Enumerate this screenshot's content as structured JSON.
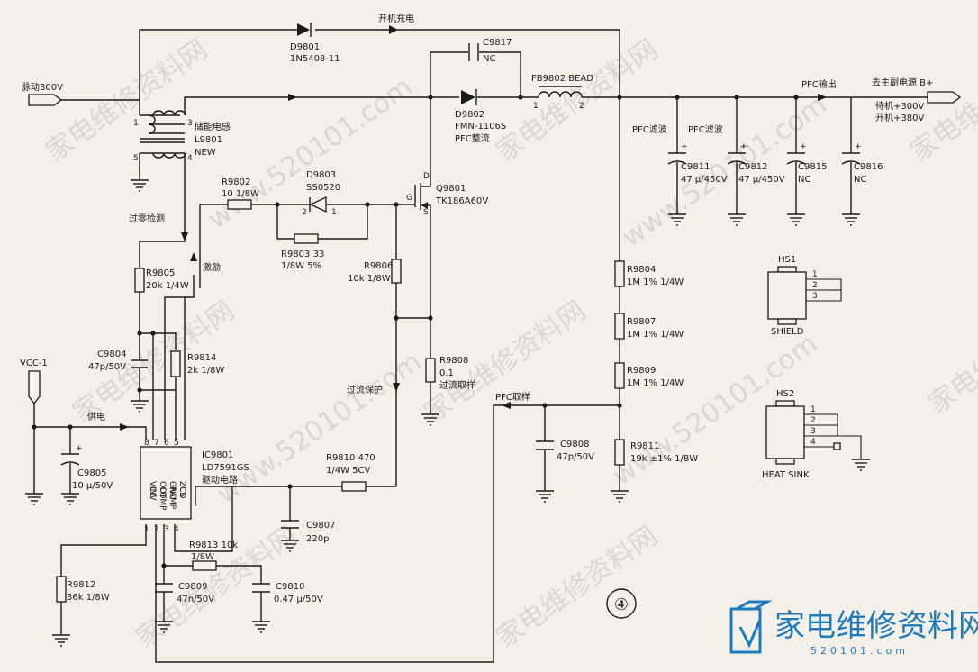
{
  "net_labels": {
    "pulse_in": "脉动300V",
    "power_on_charge": "开机充电",
    "zero_cross": "过零检测",
    "excite": "激励",
    "supply": "供电",
    "overcurrent_protect": "过流保护",
    "pfc_sample": "PFC取样",
    "pfc_output": "PFC输出",
    "to_main_power": "去主副电源 B+",
    "standby_voltage": "待机+300V",
    "on_voltage": "开机+380V",
    "vcc_rail": "VCC-1",
    "circle_number": "④"
  },
  "components": {
    "d9801": {
      "ref": "D9801",
      "value": "1N5408-11"
    },
    "c9817": {
      "ref": "C9817",
      "value": "NC"
    },
    "fb9802": {
      "ref": "FB9802 BEAD",
      "pin1": "1",
      "pin2": "2"
    },
    "l9801": {
      "desc": "储能电感",
      "ref": "L9801",
      "value": "NEW",
      "pin1": "1",
      "pin3": "3",
      "pin4": "4",
      "pin5": "5"
    },
    "d9802": {
      "ref": "D9802",
      "value": "FMN-1106S",
      "desc": "PFC整流"
    },
    "d9803": {
      "ref": "D9803",
      "value": "SS0520",
      "pin1": "1",
      "pin2": "2"
    },
    "r9802": {
      "ref": "R9802",
      "value": "10 1/8W"
    },
    "r9803": {
      "ref": "R9803 33",
      "value": "1/8W 5%"
    },
    "q9801": {
      "ref": "Q9801",
      "value": "TK186A60V",
      "pin_d": "D",
      "pin_g": "G",
      "pin_s": "S"
    },
    "r9805": {
      "ref": "R9805",
      "value": "20k 1/4W"
    },
    "r9806": {
      "ref": "R9806",
      "value": "10k 1/8W"
    },
    "r9808": {
      "ref": "R9808",
      "value": "0.1",
      "desc": "过流取样"
    },
    "c9804": {
      "ref": "C9804",
      "value": "47p/50V"
    },
    "r9814": {
      "ref": "R9814",
      "value": "2k 1/8W"
    },
    "c9805": {
      "ref": "C9805",
      "value": "10 μ/50V"
    },
    "ic9801": {
      "ref": "IC9801",
      "value": "LD7591GS",
      "desc": "驱动电路",
      "pins_top": [
        "VCC",
        "OUT",
        "GND",
        "ZCD"
      ],
      "pins_top_num": [
        "8",
        "7",
        "6",
        "5"
      ],
      "pins_bottom": [
        "INV",
        "COMP",
        "RAMP",
        "CS"
      ],
      "pins_bottom_num": [
        "1",
        "2",
        "3",
        "4"
      ]
    },
    "r9810": {
      "ref": "R9810 470",
      "value": "1/4W 5CV"
    },
    "c9807": {
      "ref": "C9807",
      "value": "220p"
    },
    "r9813": {
      "ref": "R9813 10k",
      "value": "1/8W"
    },
    "c9809": {
      "ref": "C9809",
      "value": "47n/50V"
    },
    "c9810": {
      "ref": "C9810",
      "value": "0.47 μ/50V"
    },
    "r9812": {
      "ref": "R9812",
      "value": "36k 1/8W"
    },
    "c9811": {
      "desc": "PFC滤波",
      "ref": "C9811",
      "value": "47 μ/450V"
    },
    "c9812": {
      "desc": "PFC滤波",
      "ref": "C9812",
      "value": "47 μ/450V"
    },
    "c9815": {
      "ref": "C9815",
      "value": "NC"
    },
    "c9816": {
      "ref": "C9816",
      "value": "NC"
    },
    "r9804": {
      "ref": "R9804",
      "value": "1M 1% 1/4W"
    },
    "r9807": {
      "ref": "R9807",
      "value": "1M 1% 1/4W"
    },
    "r9809": {
      "ref": "R9809",
      "value": "1M 1% 1/4W"
    },
    "r9811": {
      "ref": "R9811",
      "value": "19k ±1% 1/8W"
    },
    "c9808": {
      "ref": "C9808",
      "value": "47p/50V"
    },
    "hs1": {
      "ref": "HS1",
      "label": "SHIELD",
      "pins": [
        "1",
        "2",
        "3"
      ]
    },
    "hs2": {
      "ref": "HS2",
      "label": "HEAT SINK",
      "pins": [
        "1",
        "2",
        "3",
        "4"
      ]
    }
  },
  "watermark": {
    "text1": "家电维修资料网",
    "text2": "www.520101.com",
    "logo_text": "家电维修资料网",
    "logo_url": "520101.com",
    "logo_color": "#1b7bbd"
  }
}
